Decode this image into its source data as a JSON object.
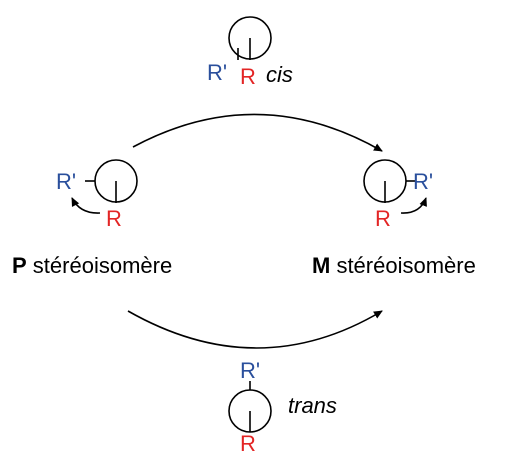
{
  "top": {
    "r_prime": "R'",
    "r": "R",
    "label": "cis"
  },
  "left": {
    "r_prime": "R'",
    "r": "R",
    "name_bold": "P",
    "name_rest": " stéréoisomère"
  },
  "right": {
    "r_prime": "R'",
    "r": "R",
    "name_bold": "M",
    "name_rest": " stéréoisomère"
  },
  "bottom": {
    "r_prime": "R'",
    "r": "R",
    "label": "trans"
  },
  "colors": {
    "r_prime": "#2a4f9c",
    "r": "#e32525"
  }
}
